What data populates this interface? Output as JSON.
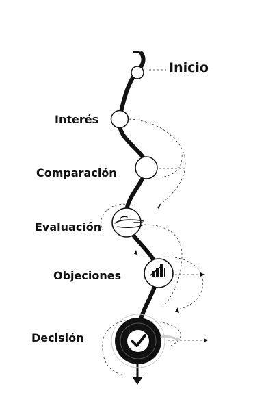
{
  "stages": [
    {
      "label": "Inicio",
      "icon": "dot-icon"
    },
    {
      "label": "Interés",
      "icon": "dot-icon"
    },
    {
      "label": "Comparación",
      "icon": "dot-icon"
    },
    {
      "label": "Evaluación",
      "icon": "hand-icon"
    },
    {
      "label": "Objeciones",
      "icon": "bar-chart-icon"
    },
    {
      "label": "Decisión",
      "icon": "checkmark-icon"
    }
  ],
  "colors": {
    "line": "#111111",
    "node_fill": "#ffffff",
    "final_fill": "#111111",
    "text": "#111111"
  }
}
